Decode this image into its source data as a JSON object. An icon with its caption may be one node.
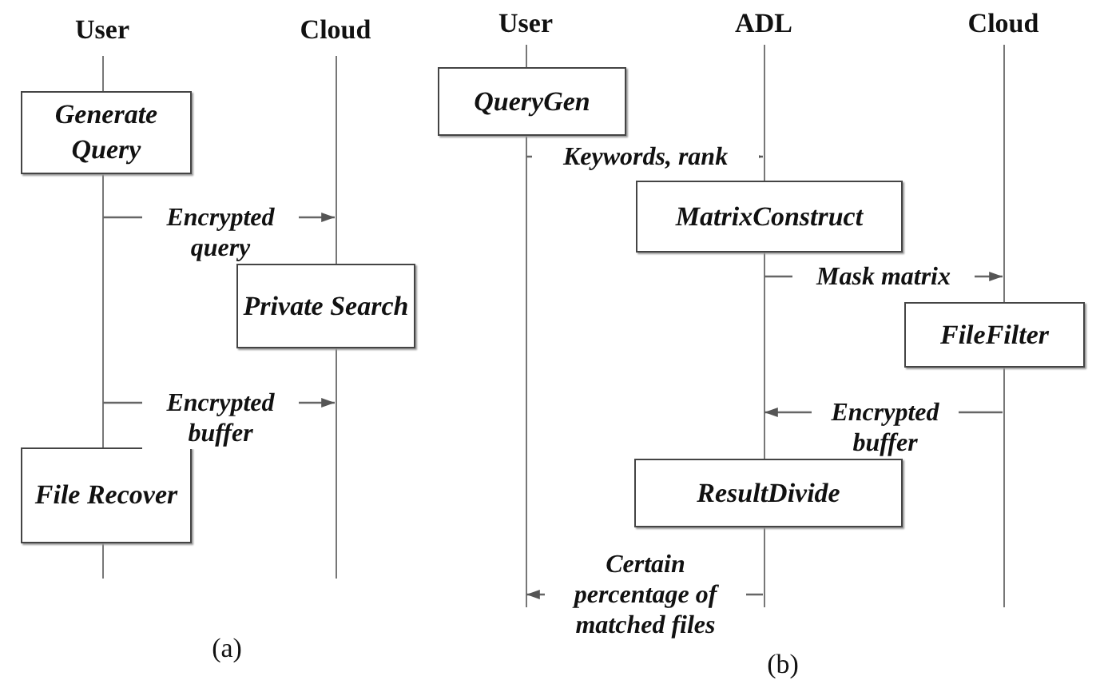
{
  "diagram": {
    "nodes": [
      {
        "text": [],
        "shape": "bar",
        "beside": [
          "User"
        ]
      },
      {
        "text": [],
        "shape": "bar",
        "beside": [
          "Cloud"
        ]
      },
      {
        "text": [
          "Generate Query"
        ]
      },
      {
        "text": [
          "Private Search"
        ]
      },
      {
        "text": [
          "File Recover"
        ]
      },
      {
        "text": [],
        "shape": "bar",
        "beside": [
          "User"
        ]
      },
      {
        "text": [],
        "shape": "bar",
        "beside": [
          "ADL"
        ]
      },
      {
        "text": [],
        "shape": "bar",
        "beside": [
          "Cloud"
        ]
      },
      {
        "text": [
          "QueryGen"
        ]
      },
      {
        "text": [
          "MatrixConstruct"
        ]
      },
      {
        "text": [
          "FileFilter"
        ]
      },
      {
        "text": [
          "ResultDivide"
        ]
      }
    ],
    "edges": [
      {
        "from": 0,
        "to": 1,
        "arrow": "to",
        "label": "Encrypted query"
      },
      {
        "from": 0,
        "to": 1,
        "arrow": "to",
        "label": "Encrypted buffer"
      },
      {
        "from": 5,
        "to": 6,
        "arrow": "to",
        "label": "Keywords, rank"
      },
      {
        "from": 6,
        "to": 7,
        "arrow": "to",
        "label": "Mask matrix"
      },
      {
        "from": 7,
        "to": 6,
        "arrow": "to",
        "label": "Encrypted buffer"
      },
      {
        "from": 6,
        "to": 5,
        "arrow": "to",
        "label": "Certain percentage of matched files"
      }
    ],
    "labels": [
      "(a)",
      "(b)"
    ]
  }
}
